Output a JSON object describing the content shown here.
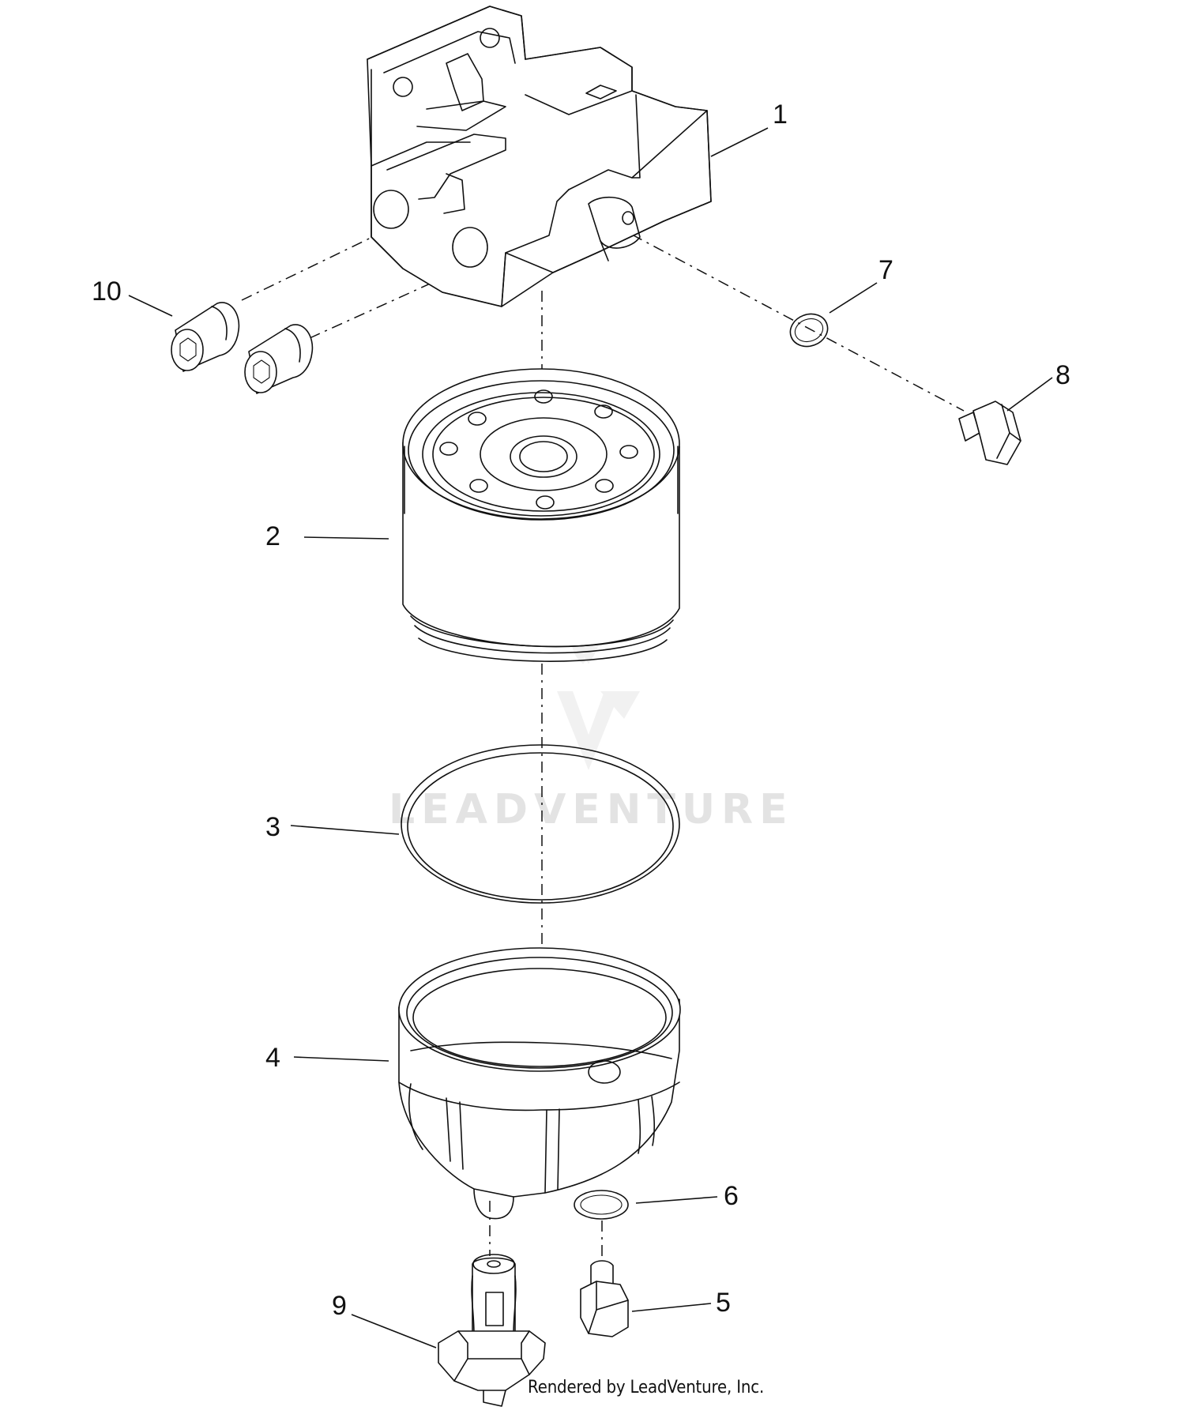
{
  "diagram": {
    "callouts": [
      {
        "id": "1",
        "label": "1"
      },
      {
        "id": "2",
        "label": "2"
      },
      {
        "id": "3",
        "label": "3"
      },
      {
        "id": "4",
        "label": "4"
      },
      {
        "id": "5",
        "label": "5"
      },
      {
        "id": "6",
        "label": "6"
      },
      {
        "id": "7",
        "label": "7"
      },
      {
        "id": "8",
        "label": "8"
      },
      {
        "id": "9",
        "label": "9"
      },
      {
        "id": "10",
        "label": "10"
      }
    ],
    "watermark": "LEADVENTURE",
    "footer": "Rendered by LeadVenture, Inc."
  }
}
